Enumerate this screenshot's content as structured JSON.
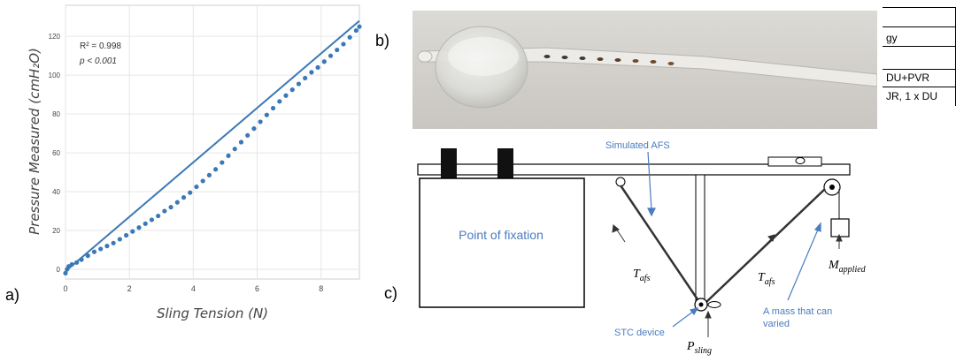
{
  "panels": {
    "a": "a)",
    "b": "b)",
    "c": "c)"
  },
  "chart_data": {
    "type": "scatter",
    "xlabel": "Sling Tension (N)",
    "ylabel": "Pressure Measured (cmH₂O)",
    "xlim": [
      0,
      9.2
    ],
    "ylim": [
      -5,
      136
    ],
    "xticks": [
      0,
      2,
      4,
      6,
      8
    ],
    "yticks": [
      0,
      20,
      40,
      60,
      80,
      100,
      120
    ],
    "grid": true,
    "annotations": [
      "R² = 0.998",
      "p < 0.001"
    ],
    "fit_line": {
      "x": [
        0,
        9.2
      ],
      "y": [
        -1,
        128
      ]
    },
    "series": [
      {
        "points": [
          [
            0.0,
            -2
          ],
          [
            0.05,
            0
          ],
          [
            0.1,
            1.5
          ],
          [
            0.2,
            2.5
          ],
          [
            0.35,
            3.5
          ],
          [
            0.5,
            5
          ],
          [
            0.7,
            7
          ],
          [
            0.9,
            9
          ],
          [
            1.1,
            10.5
          ],
          [
            1.3,
            12
          ],
          [
            1.5,
            13.5
          ],
          [
            1.7,
            15.5
          ],
          [
            1.9,
            17.5
          ],
          [
            2.1,
            19.5
          ],
          [
            2.3,
            21.5
          ],
          [
            2.5,
            23.5
          ],
          [
            2.7,
            25.5
          ],
          [
            2.9,
            27.5
          ],
          [
            3.1,
            30
          ],
          [
            3.3,
            32
          ],
          [
            3.5,
            34.5
          ],
          [
            3.7,
            37
          ],
          [
            3.9,
            39.5
          ],
          [
            4.1,
            42.5
          ],
          [
            4.3,
            45.5
          ],
          [
            4.5,
            48.5
          ],
          [
            4.7,
            51.5
          ],
          [
            4.9,
            55
          ],
          [
            5.1,
            58.5
          ],
          [
            5.3,
            62
          ],
          [
            5.5,
            65.5
          ],
          [
            5.7,
            69
          ],
          [
            5.9,
            72.5
          ],
          [
            6.1,
            76
          ],
          [
            6.3,
            79.5
          ],
          [
            6.5,
            83
          ],
          [
            6.7,
            86.5
          ],
          [
            6.9,
            89.5
          ],
          [
            7.1,
            92.5
          ],
          [
            7.3,
            95.5
          ],
          [
            7.5,
            98.5
          ],
          [
            7.7,
            101.5
          ],
          [
            7.9,
            104
          ],
          [
            8.1,
            107
          ],
          [
            8.3,
            110
          ],
          [
            8.5,
            113
          ],
          [
            8.7,
            116
          ],
          [
            8.9,
            119.5
          ],
          [
            9.1,
            123
          ],
          [
            9.2,
            125
          ]
        ]
      }
    ]
  },
  "photo": {
    "description_colors": {
      "background": "#d8d6d2",
      "tube": "#e9e8e4"
    }
  },
  "table_crop": {
    "rows": [
      "",
      "gy",
      "",
      "DU+PVR",
      "JR, 1 x DU"
    ]
  },
  "diagram": {
    "fixation_label": "Point of fixation",
    "simulated_afs": "Simulated AFS",
    "t_afs_left": "T",
    "t_afs_left_sub": "afs",
    "t_afs_right": "T",
    "t_afs_right_sub": "afs",
    "m_applied": "M",
    "m_applied_sub": "applied",
    "mass_note_1": "A mass that can",
    "mass_note_2": "varied",
    "stc_device": "STC device",
    "p_sling": "P",
    "p_sling_sub": "sling"
  }
}
